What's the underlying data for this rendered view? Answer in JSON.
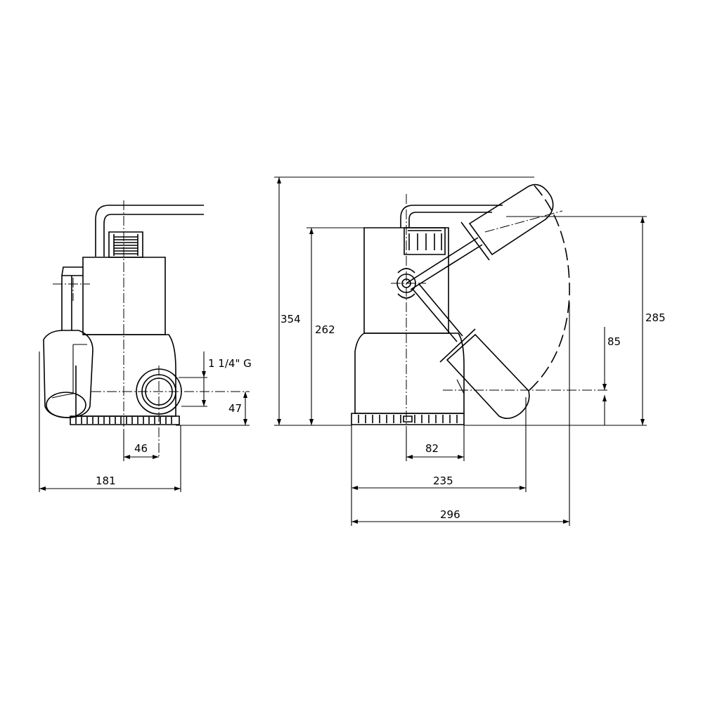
{
  "dimensions": {
    "thread": "1 1/4\" G",
    "outlet_height": "47",
    "outlet_offset": "46",
    "side_width": "181",
    "total_height": "354",
    "body_height": "262",
    "float_high": "285",
    "float_low": "85",
    "base_offset": "82",
    "front_width": "235",
    "swing_width": "296"
  }
}
